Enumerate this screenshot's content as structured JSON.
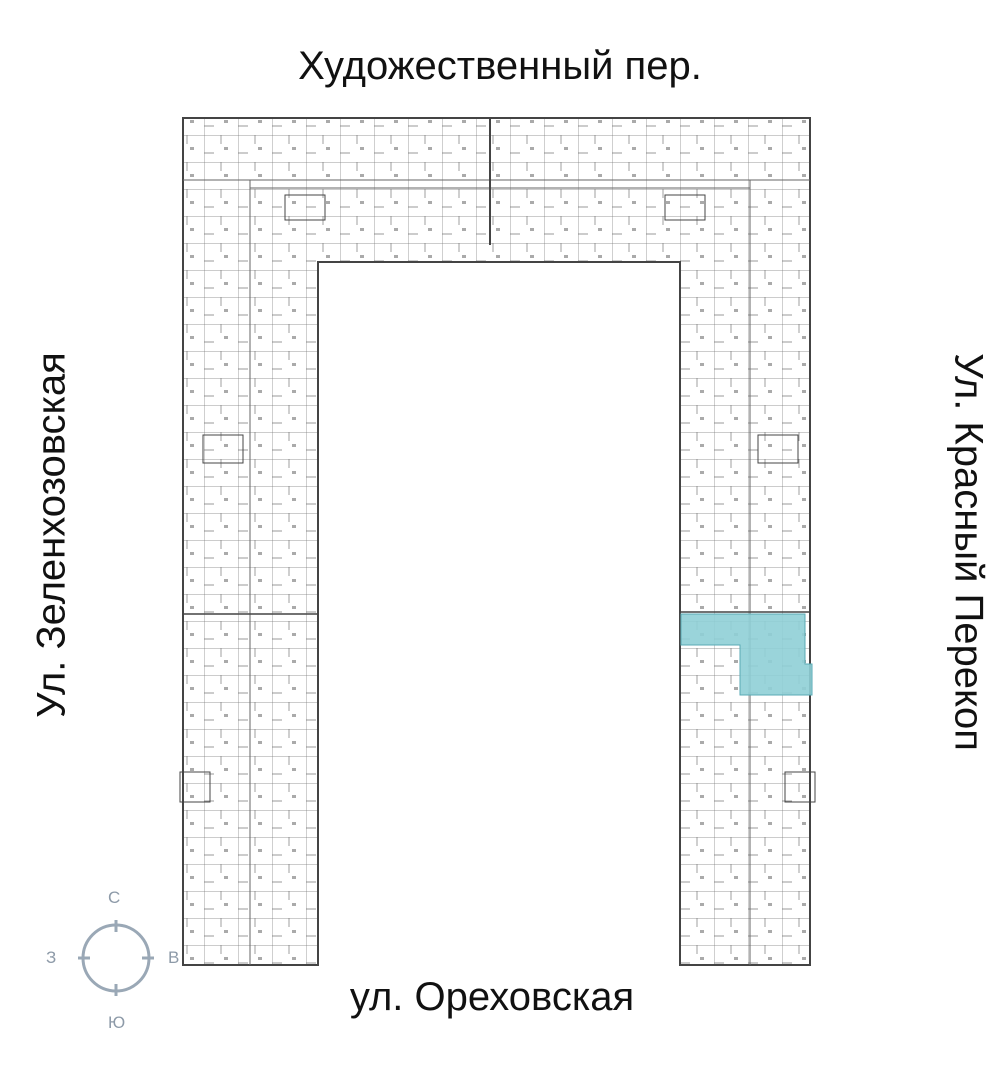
{
  "streets": {
    "top": "Художественный пер.",
    "bottom": "ул. Ореховская",
    "left": "Ул. Зеленхозовская",
    "right": "Ул. Красный Перекоп"
  },
  "compass": {
    "north": "С",
    "east": "В",
    "south": "Ю",
    "west": "З"
  },
  "colors": {
    "highlight": "#8fcfd6",
    "walls": "#555555",
    "compass": "#9aa8b6"
  }
}
